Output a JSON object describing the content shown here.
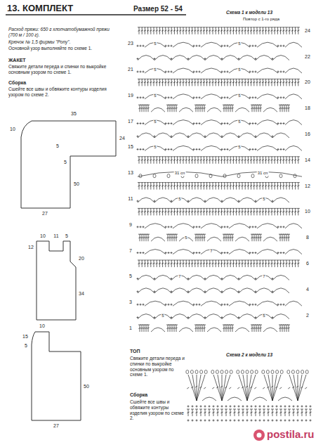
{
  "diagram": {
    "title": "КОМПЛЕКТ",
    "labels": [
      "13.",
      "Размер 52 - 54",
      "Расход пряжи: 650 г хлопчатобумажной пряжи (700 м / 100 г).",
      "Крючок № 1,5 фирмы \"Pony\".",
      "Основной узор выполняйте по схеме 1.",
      "ЖАКЕТ",
      "Свяжите детали переда и спинки по выкройке основным узором по схеме 1.",
      "Сборка",
      "Сшейте все швы и обвяжите контуры изделия узором по схеме 2.",
      "10",
      "35",
      "24",
      "5",
      "5",
      "50",
      "27",
      "10",
      "11",
      "5",
      "12",
      "20",
      "34",
      "10",
      "15",
      "5",
      "50",
      "27",
      "Схема 1 к модели 13",
      "Повтор с 1-го ряда",
      "1",
      "2",
      "3",
      "4",
      "5",
      "6",
      "7",
      "8",
      "9",
      "10",
      "11",
      "12",
      "13",
      "14",
      "15",
      "16",
      "17",
      "18",
      "19",
      "20",
      "21",
      "22",
      "23",
      "24",
      "5",
      "5",
      "7",
      "7",
      "7",
      "5",
      "5",
      "5",
      "31 сп",
      "31 сп",
      "5",
      "5",
      "5",
      "5",
      "5",
      "5",
      "5",
      "5",
      "5",
      "5",
      "ТОП",
      "Свяжите детали переда и спинки по выкройке основным узором по схеме 1.",
      "Сборка",
      "Сшейте все швы и обвяжите контуры изделия узором по схеме 2.",
      "Схема 2 к модели 13",
      "postila.ru"
    ]
  }
}
